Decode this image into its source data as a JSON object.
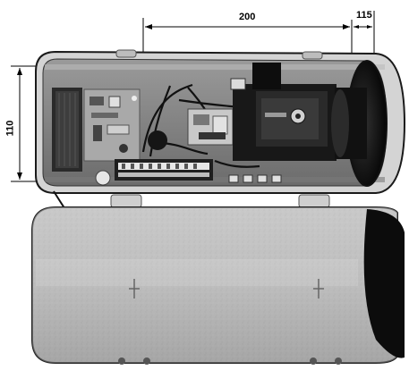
{
  "dimensions": {
    "width_label": "200",
    "front_label": "115",
    "height_label": "110"
  }
}
